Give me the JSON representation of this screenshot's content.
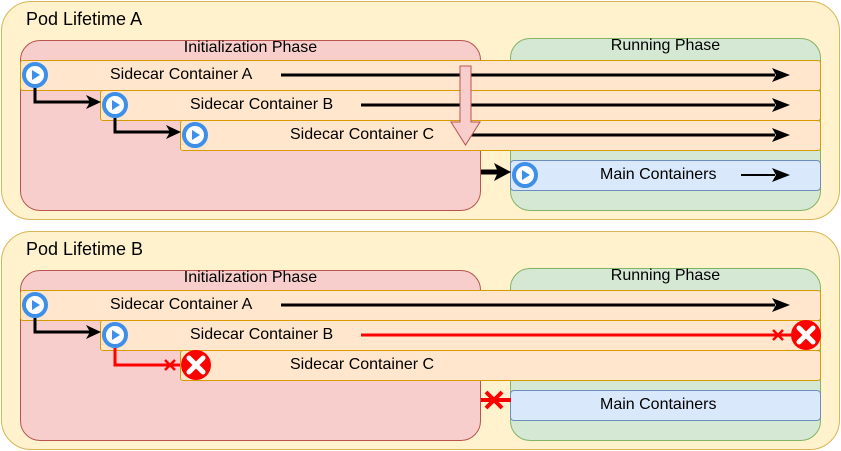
{
  "diagrams": [
    {
      "title": "Pod Lifetime A",
      "init_phase_label": "Initialization Phase",
      "running_phase_label": "Running Phase",
      "containers": [
        {
          "label": "Sidecar Container A",
          "status": "running",
          "icon": "play-icon"
        },
        {
          "label": "Sidecar Container B",
          "status": "running",
          "icon": "play-icon"
        },
        {
          "label": "Sidecar Container C",
          "status": "running",
          "icon": "play-icon"
        }
      ],
      "main": {
        "label": "Main Containers",
        "status": "running",
        "icon": "play-icon"
      },
      "transition": "init-complete-down-arrow"
    },
    {
      "title": "Pod Lifetime B",
      "init_phase_label": "Initialization Phase",
      "running_phase_label": "Running Phase",
      "containers": [
        {
          "label": "Sidecar Container A",
          "status": "running",
          "icon": "play-icon"
        },
        {
          "label": "Sidecar Container B",
          "status": "failed",
          "icon": "play-icon"
        },
        {
          "label": "Sidecar Container C",
          "status": "not-started",
          "icon": "error-icon"
        }
      ],
      "main": {
        "label": "Main Containers",
        "status": "blocked",
        "icon": "none"
      },
      "transition": "blocked"
    }
  ],
  "colors": {
    "pod_bg": "#fff2cc",
    "init_bg": "#f8cecc",
    "running_bg": "#d5e8d4",
    "row_bg": "#ffe6cc",
    "main_bg": "#dae8fc",
    "play_blue": "#3d8fe8",
    "error_red": "#ff0000"
  }
}
